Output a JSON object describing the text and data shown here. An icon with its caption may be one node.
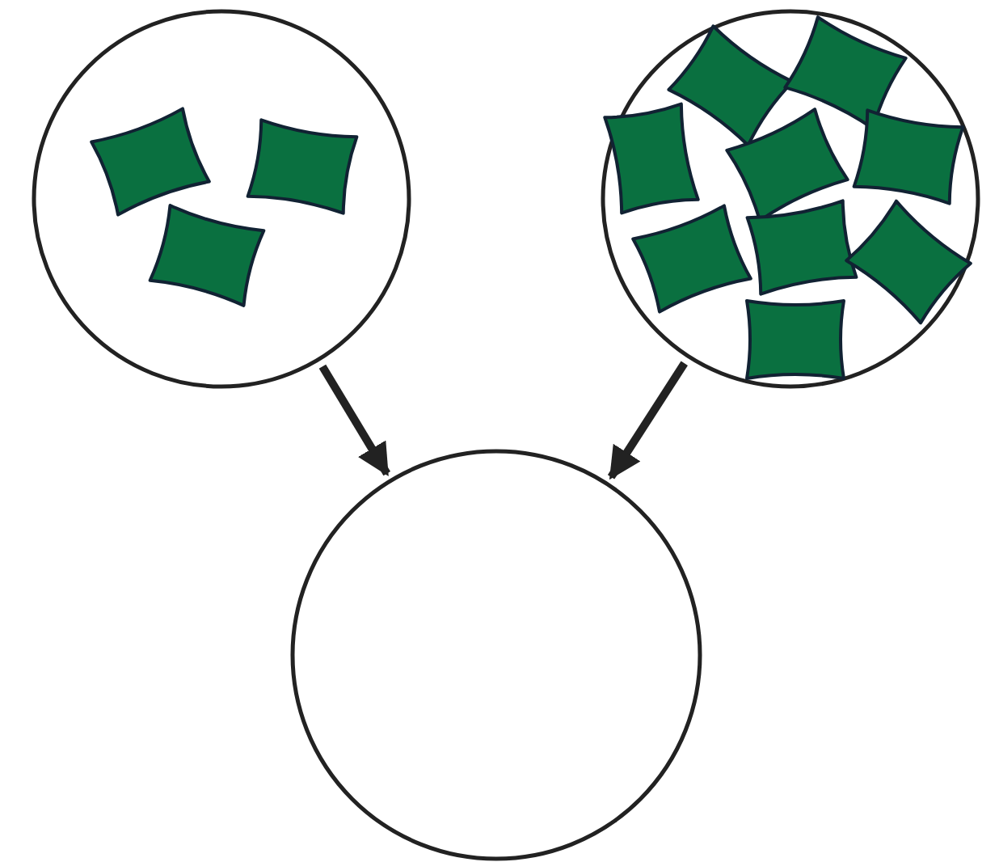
{
  "diagram": {
    "nodes": [
      {
        "text": [],
        "shape": "circle"
      },
      {
        "text": [],
        "shape": "circle"
      },
      {
        "text": [],
        "shape": "circle"
      }
    ],
    "edges": [
      {
        "from": 0,
        "to": 2,
        "arrow": "to"
      },
      {
        "from": 1,
        "to": 2,
        "arrow": "to"
      }
    ]
  }
}
